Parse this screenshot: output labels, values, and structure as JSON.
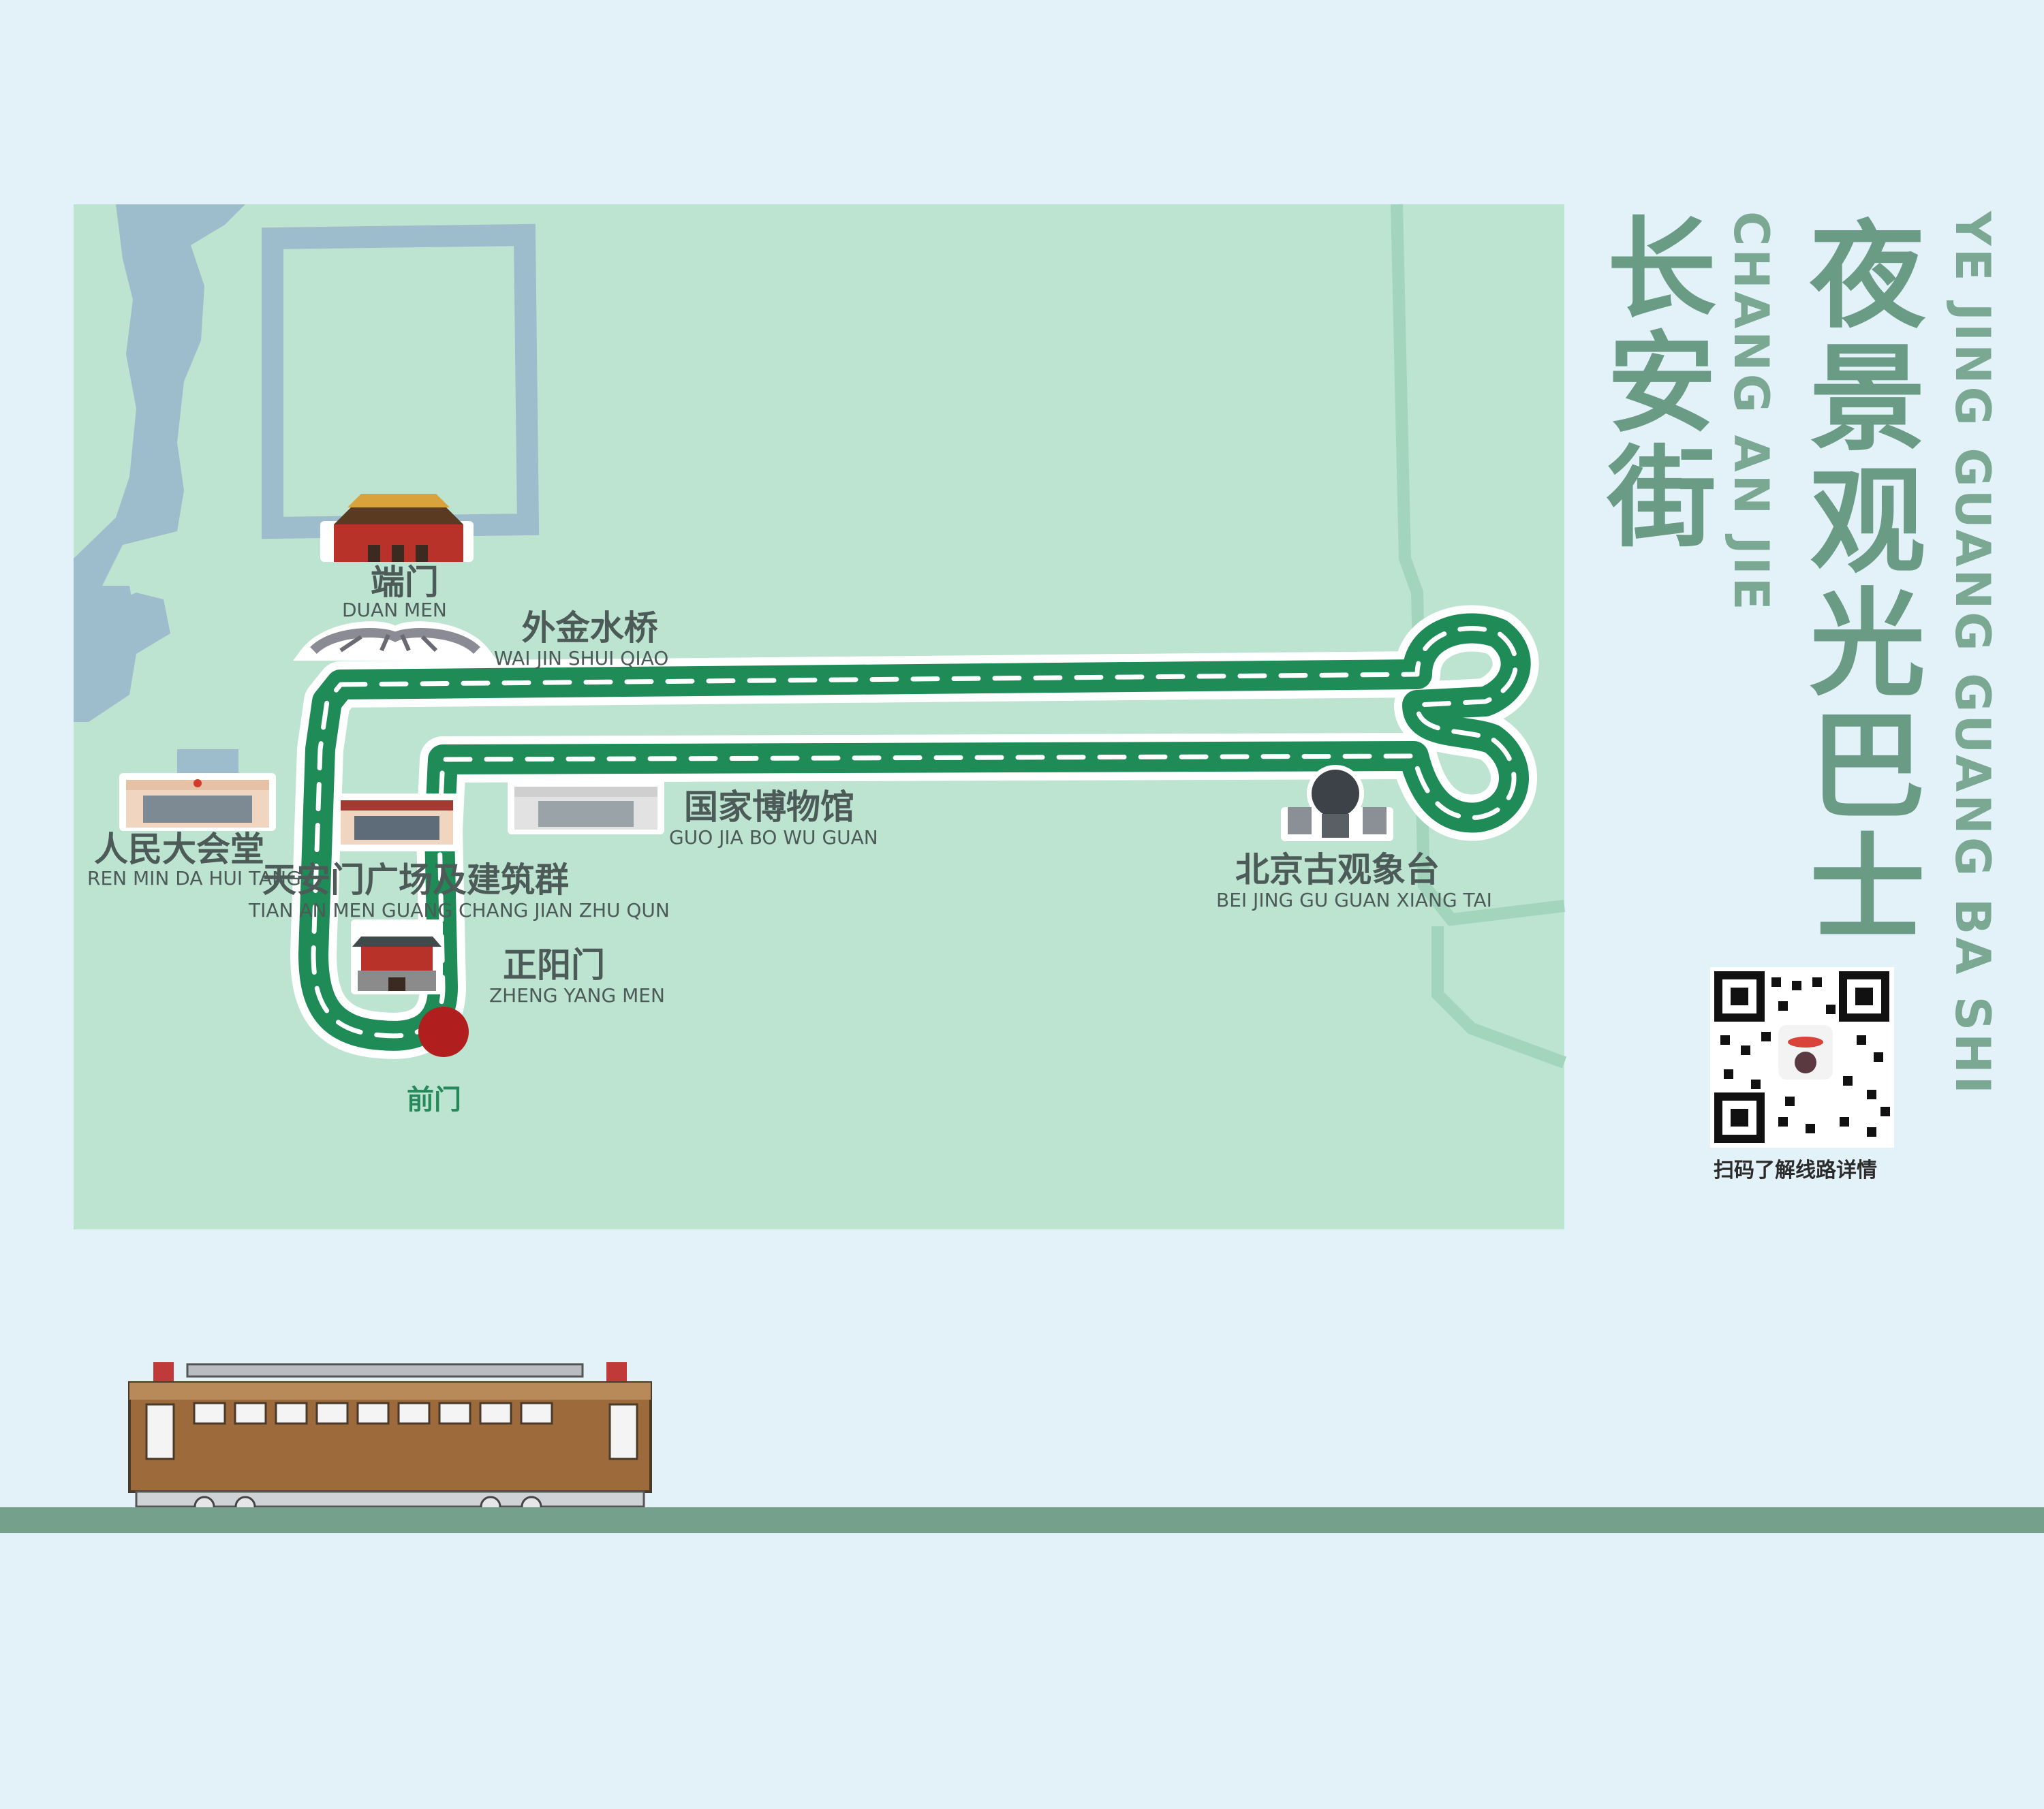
{
  "title": {
    "cn": "夜景观光巴士",
    "pinyin": "YE JING GUANG GUANG BA SHI"
  },
  "street": {
    "cn": "长安街",
    "pinyin": "CHANG AN JIE"
  },
  "qr": {
    "caption": "扫码了解线路详情"
  },
  "stop": {
    "name": "前门",
    "color": "#b01e1e"
  },
  "route_color": "#1f8b57",
  "landmarks": [
    {
      "id": "duan-men",
      "cn": "端门",
      "pinyin": "DUAN MEN"
    },
    {
      "id": "wai-jin-shui-qiao",
      "cn": "外金水桥",
      "pinyin": "WAI JIN SHUI QIAO"
    },
    {
      "id": "ren-min-da-hui-tang",
      "cn": "人民大会堂",
      "pinyin": "REN MIN DA HUI TANG"
    },
    {
      "id": "tian-an-men",
      "cn": "天安门广场及建筑群",
      "pinyin": "TIAN AN MEN GUANG CHANG JIAN ZHU QUN"
    },
    {
      "id": "guo-jia-bo-wu-guan",
      "cn": "国家博物馆",
      "pinyin": "GUO JIA BO WU GUAN"
    },
    {
      "id": "zheng-yang-men",
      "cn": "正阳门",
      "pinyin": "ZHENG YANG MEN"
    },
    {
      "id": "bei-jing-gu-guan-xiang-tai",
      "cn": "北京古观象台",
      "pinyin": "BEI JING GU GUAN XIANG TAI"
    }
  ]
}
